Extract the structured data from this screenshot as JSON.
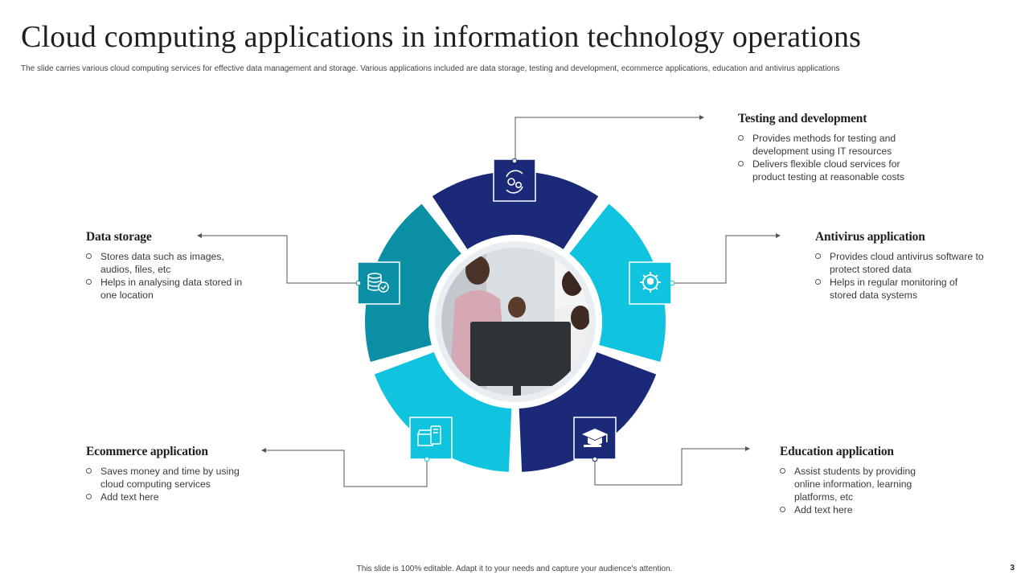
{
  "title": "Cloud computing applications in information technology operations",
  "subtitle": "The slide carries various cloud computing services for effective data management and storage. Various applications included are data storage, testing and development,  ecommerce applications, education and antivirus applications",
  "footer": "This slide is 100% editable. Adapt it to your needs and capture your audience's attention.",
  "page_number": "3",
  "colors": {
    "navy": "#1b2a78",
    "teal": "#0a8fa5",
    "cyan": "#10c4df",
    "connector": "#555555"
  },
  "segments": [
    {
      "id": "testing",
      "color": "navy",
      "icon": "gears-cycle-icon"
    },
    {
      "id": "antivirus",
      "color": "cyan",
      "icon": "gear-shield-icon"
    },
    {
      "id": "education",
      "color": "navy",
      "icon": "graduation-cap-icon"
    },
    {
      "id": "ecommerce",
      "color": "cyan",
      "icon": "online-store-icon"
    },
    {
      "id": "storage",
      "color": "teal",
      "icon": "database-check-icon"
    }
  ],
  "center_image": "team-at-computer-photo",
  "blocks": {
    "testing": {
      "heading": "Testing and development",
      "points": [
        "Provides methods for testing and development  using IT resources",
        "Delivers  flexible  cloud  services  for product testing at reasonable costs"
      ]
    },
    "storage": {
      "heading": "Data storage",
      "points": [
        "Stores data such as images, audios, files, etc",
        "Helps in analysing data stored in one location"
      ]
    },
    "antivirus": {
      "heading": "Antivirus application",
      "points": [
        "Provides cloud antivirus software to protect stored data",
        "Helps in regular monitoring of stored data systems"
      ]
    },
    "ecommerce": {
      "heading": "Ecommerce application",
      "points": [
        "Saves money and time by using cloud computing services",
        "Add text here"
      ]
    },
    "education": {
      "heading": "Education application",
      "points": [
        "Assist students by providing online information,  learning platforms, etc",
        "Add text here"
      ]
    }
  }
}
